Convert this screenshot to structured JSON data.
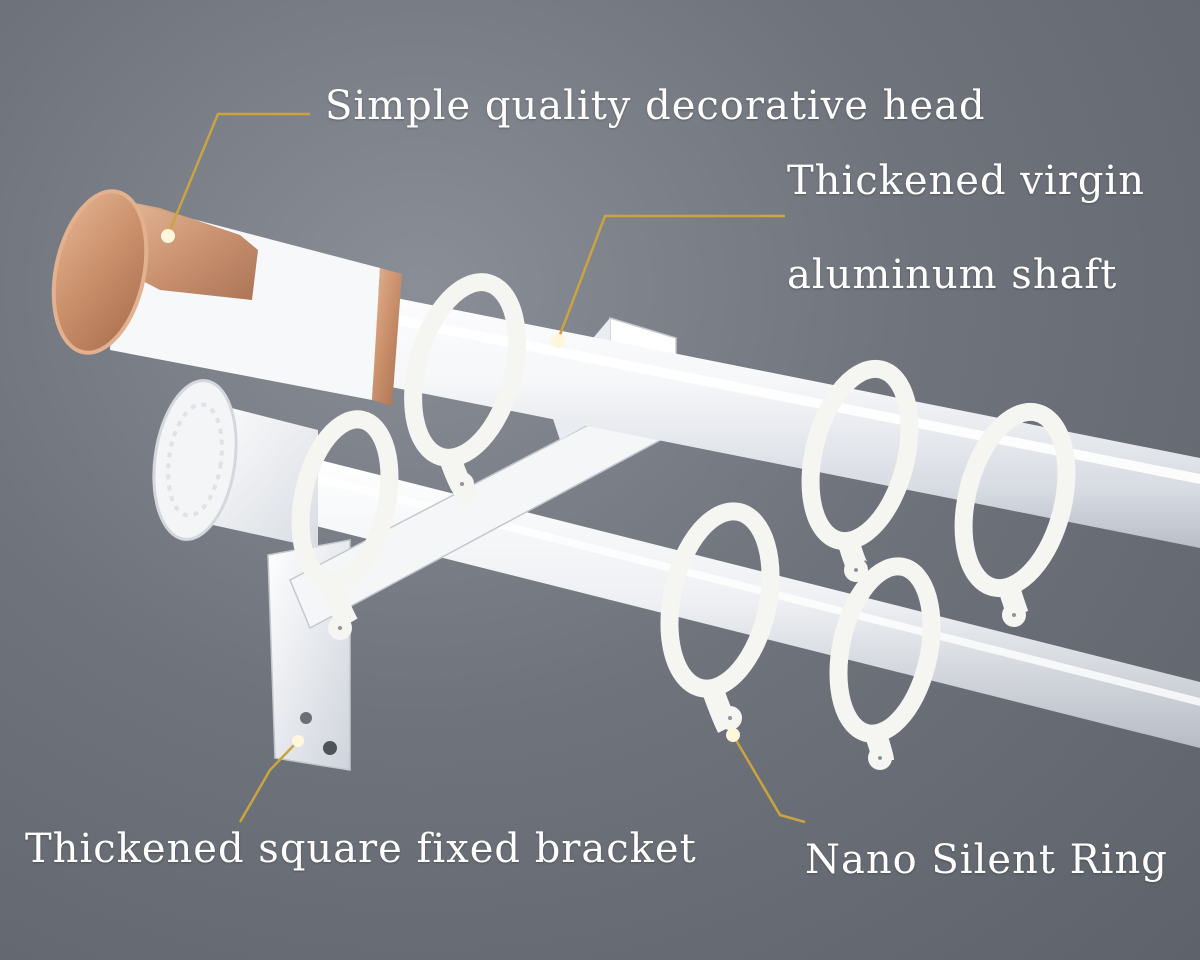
{
  "labels": {
    "decorative_head": "Simple quality decorative head",
    "shaft_line1": "Thickened virgin",
    "shaft_line2": "aluminum shaft",
    "bracket": "Thickened square fixed bracket",
    "ring": "Nano Silent Ring"
  },
  "colors": {
    "background": "#6f737b",
    "callout_line": "#c9a441",
    "callout_dot": "#fff6dc",
    "rod_white": "#f2f4f7",
    "end_cap_rose_gold": "#c98e6a",
    "label_text": "#ffffff"
  },
  "icons": {
    "rod_end_cap": "rose-gold-cylinder-cap",
    "lower_end_cap": "white-scalloped-finial",
    "ring": "curtain-ring-with-eyelet"
  }
}
